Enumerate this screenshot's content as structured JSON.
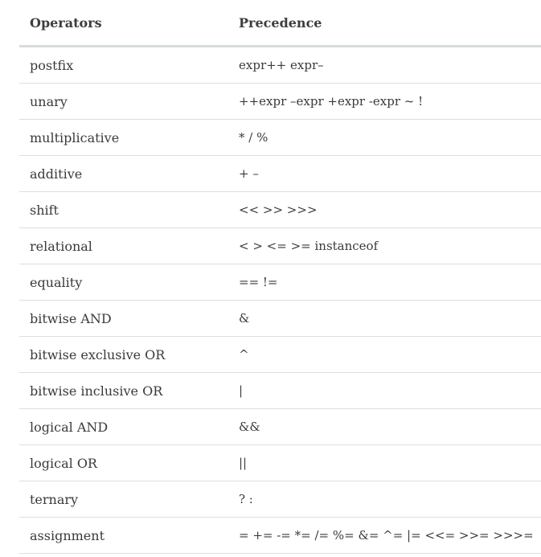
{
  "table": {
    "headers": [
      "Operators",
      "Precedence"
    ],
    "rows": [
      {
        "operator": "postfix",
        "precedence": "expr++ expr–"
      },
      {
        "operator": "unary",
        "precedence": "++expr –expr +expr -expr ~ !"
      },
      {
        "operator": "multiplicative",
        "precedence": "* / %"
      },
      {
        "operator": "additive",
        "precedence": "+ –"
      },
      {
        "operator": "shift",
        "precedence": "<< >> >>>"
      },
      {
        "operator": "relational",
        "precedence": "< > <= >= instanceof"
      },
      {
        "operator": "equality",
        "precedence": "== !="
      },
      {
        "operator": "bitwise AND",
        "precedence": "&"
      },
      {
        "operator": "bitwise exclusive OR",
        "precedence": "^"
      },
      {
        "operator": "bitwise inclusive OR",
        "precedence": "|"
      },
      {
        "operator": "logical AND",
        "precedence": "&&"
      },
      {
        "operator": "logical OR",
        "precedence": "||"
      },
      {
        "operator": "ternary",
        "precedence": "? :"
      },
      {
        "operator": "assignment",
        "precedence": "= += -= *= /= %= &= ^= |= <<= >>= >>>="
      }
    ]
  }
}
